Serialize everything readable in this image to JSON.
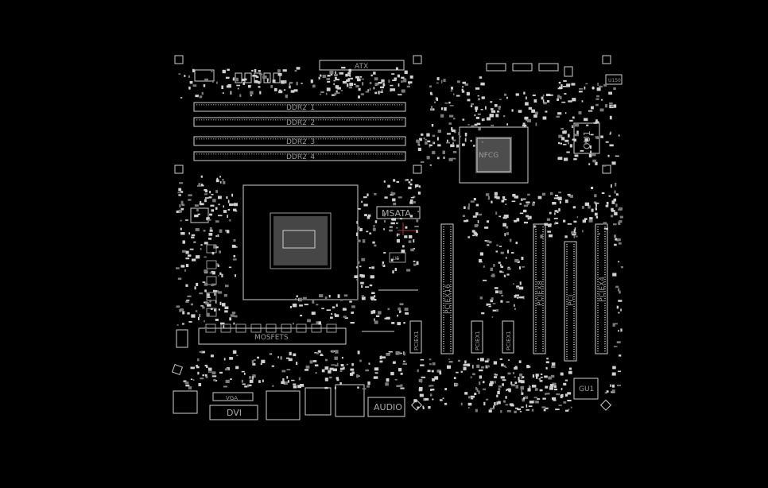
{
  "labels": {
    "atx": "ATX",
    "ddr2_1": "DDR2_1",
    "ddr2_2": "DDR2_2",
    "ddr2_3": "DDR2_3",
    "ddr2_4": "DDR2_4",
    "nfcg": "NFCG",
    "ou1": "OU1",
    "u150": "U150",
    "msata": "MSATA",
    "u5": "U5",
    "pcie_x16": "PCIEX16",
    "pcie_x8": "PCIEX8",
    "pci": "PCI",
    "pcie_x4": "PCIEX4",
    "pcie_x1_a": "PCIEX1",
    "pcie_x1_b": "PCIEX1",
    "pcie_x1_c": "PCIEX1",
    "mosfets": "MOSFETS",
    "vga": "VGA",
    "dvi": "DVI",
    "audio": "AUDIO",
    "gu1": "GU1"
  },
  "colors": {
    "background": "#000000",
    "silkscreen": "#cfcfcf",
    "label": "#9a9a9a",
    "marker": "#aa3333"
  }
}
